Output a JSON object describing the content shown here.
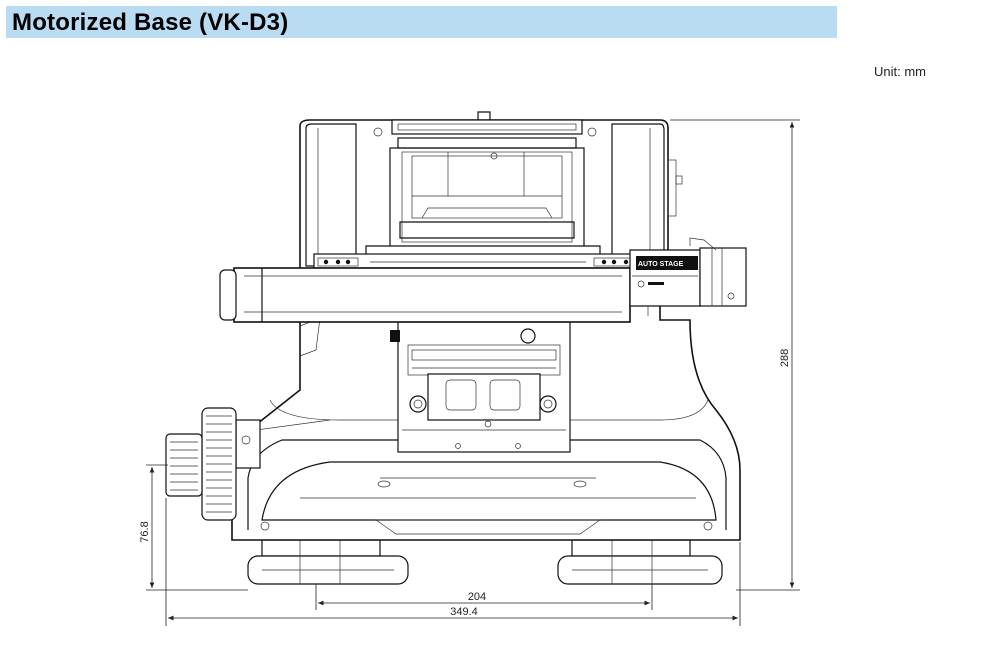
{
  "header": {
    "title": "Motorized Base (VK-D3)"
  },
  "unit_label": "Unit: mm",
  "device_label": "AUTO STAGE",
  "dimensions": {
    "height": "288",
    "knob_height": "76.8",
    "foot_spacing": "204",
    "overall_width": "349.4"
  }
}
